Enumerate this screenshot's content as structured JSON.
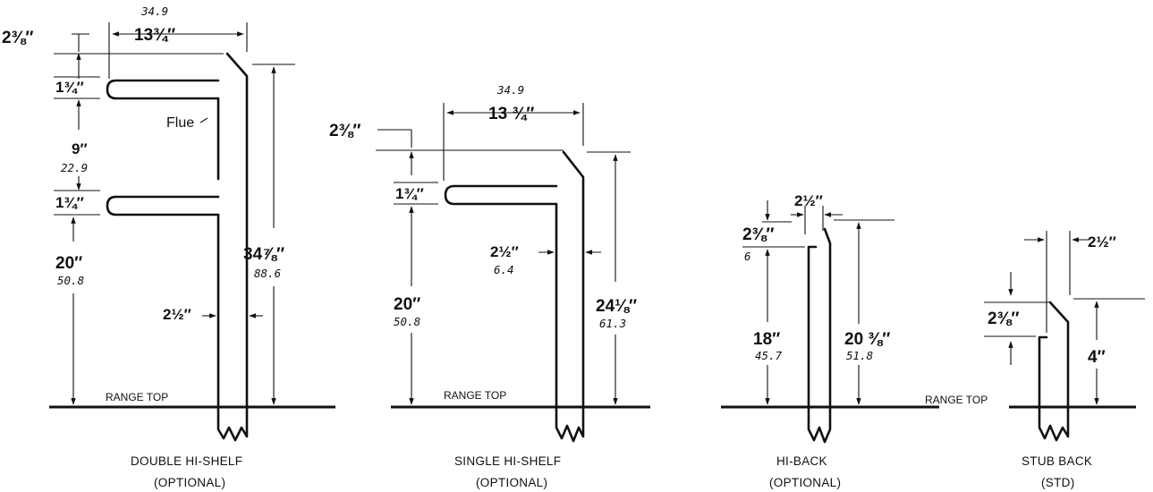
{
  "double_hi_shelf": {
    "caption_line1": "DOUBLE HI-SHELF",
    "caption_line2": "(OPTIONAL)",
    "range_top": "RANGE TOP",
    "flue": "Flue",
    "top_offset": "2⅜″",
    "width_metric": "34.9",
    "width": "13¾″",
    "shelf_height_1": "1¾″",
    "gap": "9″",
    "gap_metric": "22.9",
    "shelf_height_2": "1¾″",
    "lower": "20″",
    "lower_metric": "50.8",
    "depth": "2½″",
    "total": "34⅞″",
    "total_metric": "88.6"
  },
  "single_hi_shelf": {
    "caption_line1": "SINGLE HI-SHELF",
    "caption_line2": "(OPTIONAL)",
    "range_top": "RANGE TOP",
    "top_offset": "2⅜″",
    "width_metric": "34.9",
    "width": "13 ¾″",
    "shelf_height": "1¾″",
    "depth": "2½″",
    "depth_metric": "6.4",
    "lower": "20″",
    "lower_metric": "50.8",
    "total": "24⅛″",
    "total_metric": "61.3"
  },
  "hi_back": {
    "caption_line1": "HI-BACK",
    "caption_line2": "(OPTIONAL)",
    "depth": "2½″",
    "top_offset": "2⅜″",
    "top_offset_metric": "6",
    "lower": "18″",
    "lower_metric": "45.7",
    "total": "20 ⅜″",
    "total_metric": "51.8"
  },
  "stub_back": {
    "caption_line1": "STUB BACK",
    "caption_line2": "(STD)",
    "range_top": "RANGE TOP",
    "depth": "2½″",
    "top_offset": "2⅜″",
    "height": "4″"
  }
}
